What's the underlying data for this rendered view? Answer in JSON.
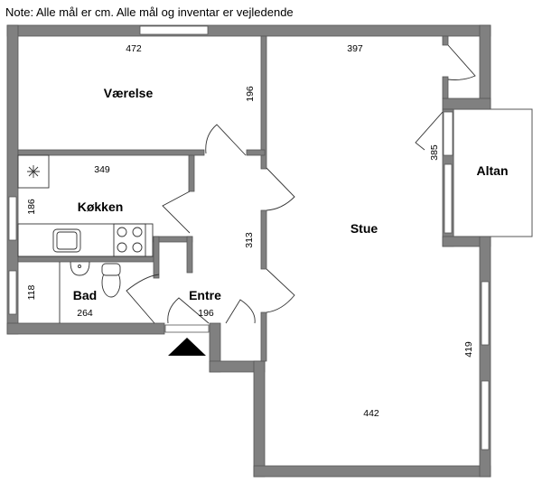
{
  "note": "Note: Alle mål er cm. Alle mål og inventar er vejledende",
  "rooms": {
    "vaerelse": {
      "name": "Værelse",
      "width": "472",
      "depth": "196"
    },
    "koekken": {
      "name": "Køkken",
      "width": "349",
      "depth": "186"
    },
    "bad": {
      "name": "Bad",
      "width": "264",
      "depth": "118"
    },
    "entre": {
      "name": "Entre",
      "width": "196",
      "depth": "313"
    },
    "stue": {
      "name": "Stue",
      "width_top": "397",
      "width_bottom": "442",
      "depth": "419"
    },
    "altan": {
      "name": "Altan",
      "depth": "385"
    }
  },
  "colors": {
    "wall": "#808080",
    "entrance_marker": "#000000"
  }
}
